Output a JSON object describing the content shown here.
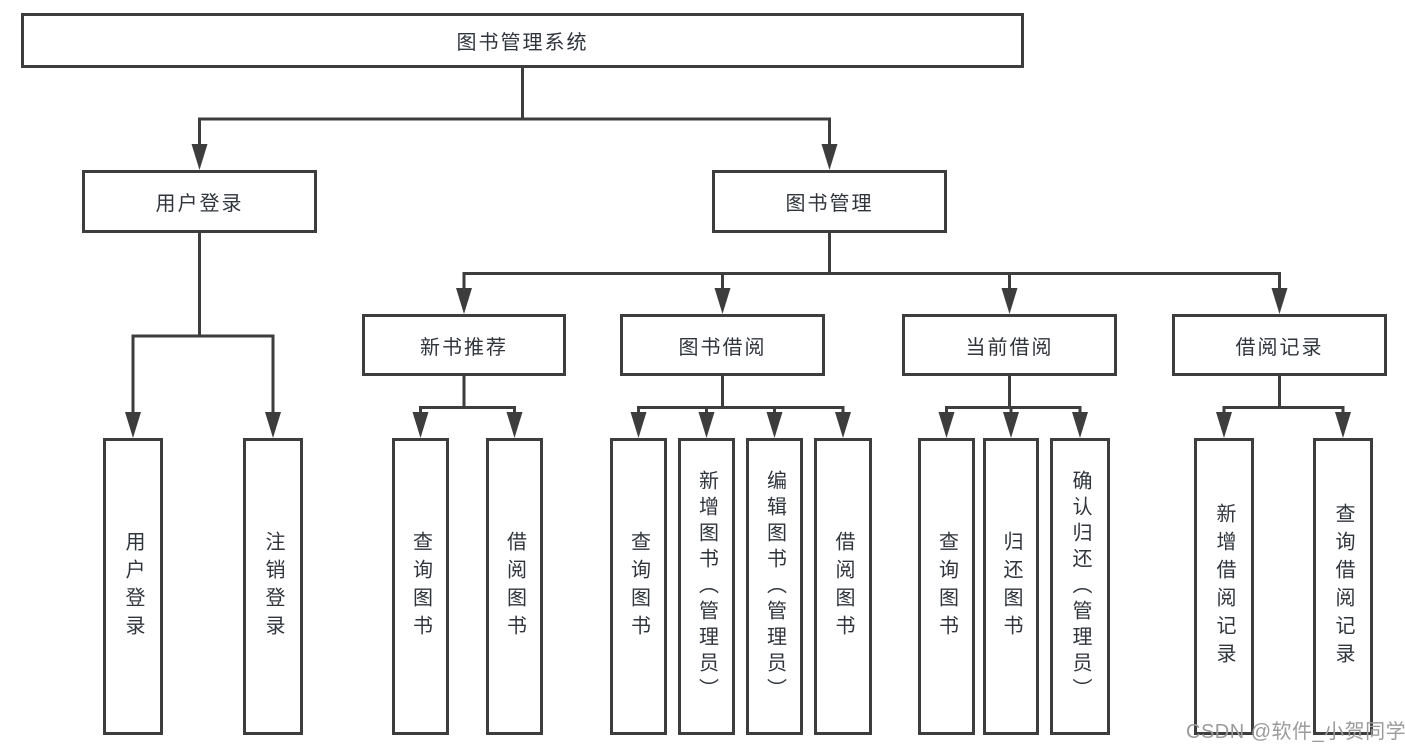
{
  "diagram": {
    "colors": {
      "line": "#3d3d3d",
      "text": "#30353c",
      "watermark": "#9b9b9b",
      "background": "#ffffff"
    },
    "root": {
      "label": "图书管理系统",
      "children": [
        {
          "label": "用户登录",
          "children": [
            {
              "label": "用户登录"
            },
            {
              "label": "注销登录"
            }
          ]
        },
        {
          "label": "图书管理",
          "children": [
            {
              "label": "新书推荐",
              "children": [
                {
                  "label": "查询图书"
                },
                {
                  "label": "借阅图书"
                }
              ]
            },
            {
              "label": "图书借阅",
              "children": [
                {
                  "label": "查询图书"
                },
                {
                  "label": "新增图书（管理员）"
                },
                {
                  "label": "编辑图书（管理员）"
                },
                {
                  "label": "借阅图书"
                }
              ]
            },
            {
              "label": "当前借阅",
              "children": [
                {
                  "label": "查询图书"
                },
                {
                  "label": "归还图书"
                },
                {
                  "label": "确认归还（管理员）"
                }
              ]
            },
            {
              "label": "借阅记录",
              "children": [
                {
                  "label": "新增借阅记录"
                },
                {
                  "label": "查询借阅记录"
                }
              ]
            }
          ]
        }
      ]
    },
    "watermark": {
      "text": "CSDN @软件_小贺同学"
    }
  }
}
